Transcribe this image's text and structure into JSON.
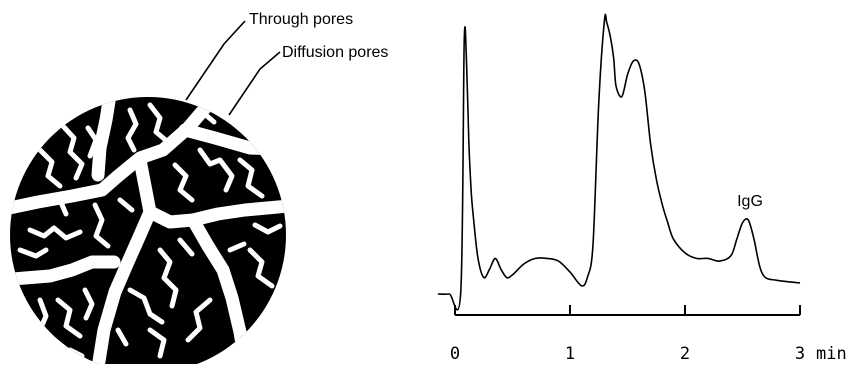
{
  "diagram": {
    "labels": {
      "through_pores": "Through pores",
      "diffusion_pores": "Diffusion pores"
    }
  },
  "chromatogram": {
    "peak_label": "IgG",
    "x_ticks": [
      "0",
      "1",
      "2",
      "3"
    ],
    "x_unit": "min"
  },
  "chart_data": {
    "type": "line",
    "xlabel": "min",
    "ylabel": "",
    "xlim": [
      0,
      3
    ],
    "ylim": [
      0,
      1
    ],
    "x_ticks": [
      0,
      1,
      2,
      3
    ],
    "annotations": [
      {
        "text": "IgG",
        "x": 2.6
      }
    ],
    "series": [
      {
        "x": [
          -0.15,
          -0.05,
          0.05,
          0.08,
          0.1,
          0.12,
          0.14,
          0.16,
          0.2,
          0.25,
          0.3,
          0.35,
          0.4,
          0.45,
          0.5,
          0.6,
          0.7,
          0.8,
          0.9,
          1.0,
          1.1,
          1.15,
          1.2,
          1.25,
          1.3,
          1.32,
          1.35,
          1.38,
          1.4,
          1.45,
          1.5,
          1.55,
          1.6,
          1.65,
          1.7,
          1.75,
          1.8,
          1.85,
          1.9,
          2.0,
          2.1,
          2.2,
          2.3,
          2.4,
          2.45,
          2.5,
          2.55,
          2.6,
          2.65,
          2.7,
          2.8,
          3.0
        ],
        "y": [
          0.0,
          0.0,
          0.01,
          0.92,
          0.85,
          0.56,
          0.38,
          0.28,
          0.13,
          0.06,
          0.09,
          0.13,
          0.09,
          0.06,
          0.07,
          0.11,
          0.13,
          0.13,
          0.12,
          0.08,
          0.03,
          0.06,
          0.18,
          0.7,
          1.0,
          0.99,
          0.94,
          0.86,
          0.76,
          0.72,
          0.8,
          0.85,
          0.84,
          0.74,
          0.55,
          0.42,
          0.33,
          0.26,
          0.2,
          0.15,
          0.13,
          0.13,
          0.12,
          0.14,
          0.2,
          0.26,
          0.27,
          0.2,
          0.1,
          0.06,
          0.05,
          0.04
        ]
      }
    ]
  }
}
